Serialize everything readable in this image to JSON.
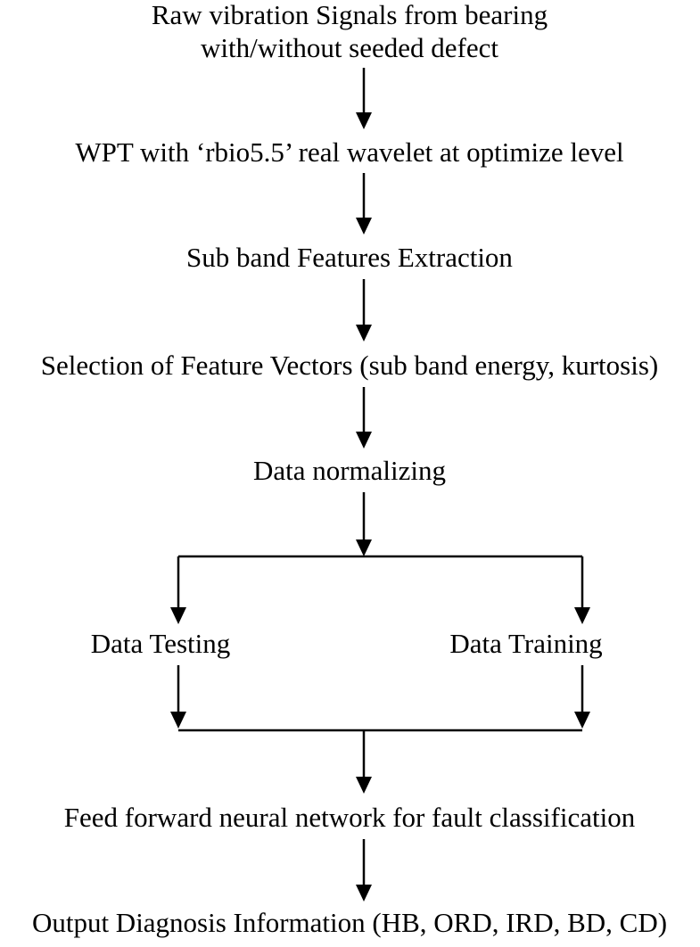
{
  "steps": {
    "raw_signals": {
      "line1": "Raw vibration Signals from bearing",
      "line2": "with/without seeded defect"
    },
    "wpt": "WPT with ‘rbio5.5’ real wavelet at optimize level",
    "feature_extraction": "Sub band Features Extraction",
    "feature_selection": "Selection of Feature Vectors (sub band energy, kurtosis)",
    "normalizing": "Data normalizing",
    "testing": "Data Testing",
    "training": "Data Training",
    "classification": "Feed forward neural network for fault classification",
    "output": "Output Diagnosis Information (HB, ORD, IRD, BD, CD)"
  }
}
